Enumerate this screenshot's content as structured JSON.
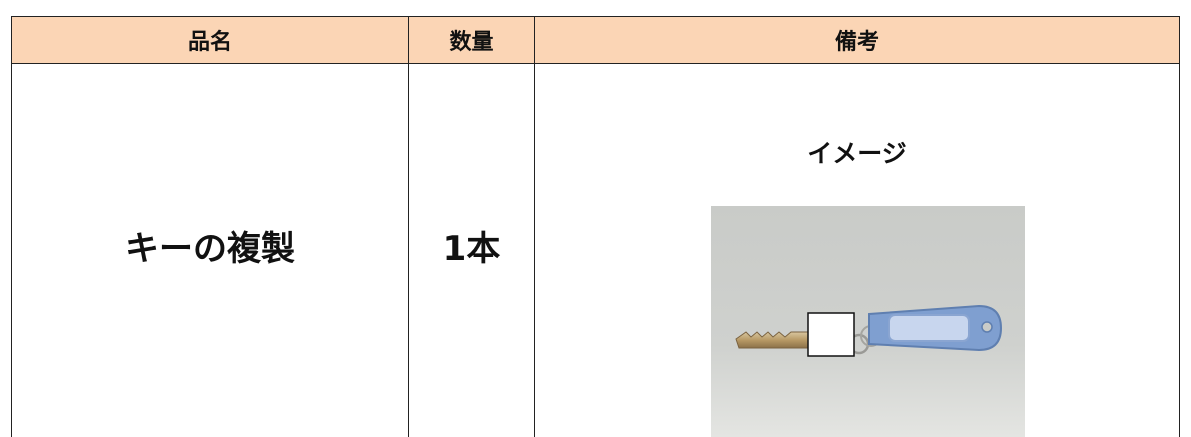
{
  "table": {
    "headers": [
      "品名",
      "数量",
      "備考"
    ],
    "rows": [
      {
        "name": "キーの複製",
        "quantity": "1本",
        "note_title": "イメージ"
      }
    ]
  },
  "colors": {
    "header_bg": "#fbd5b5",
    "border": "#222222",
    "key_tag": "#7f9fd0"
  },
  "image": {
    "content": "key-with-blue-tag-photo"
  }
}
